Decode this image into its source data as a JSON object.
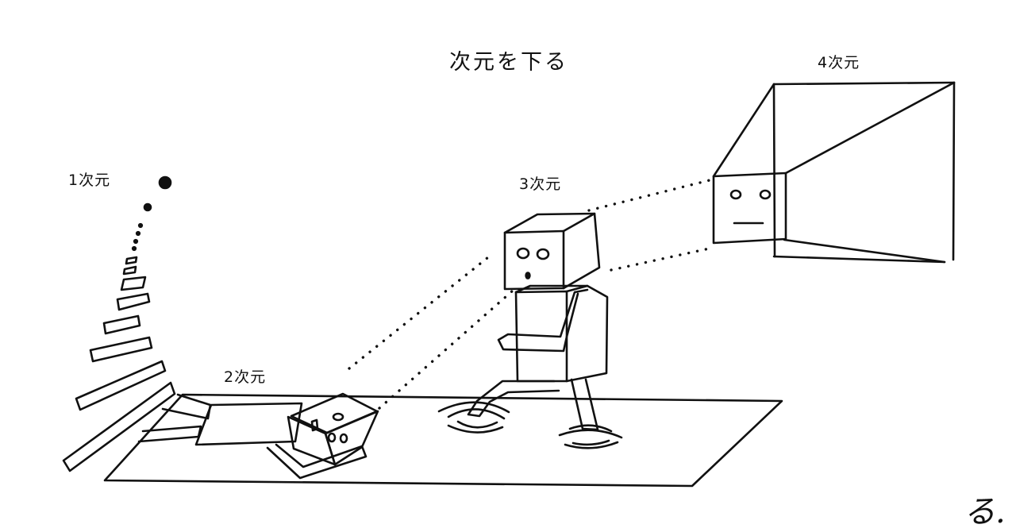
{
  "title": "次元を下る",
  "labels": {
    "dim1": "1次元",
    "dim2": "2次元",
    "dim3": "3次元",
    "dim4": "4次元"
  },
  "signature": "る.",
  "colors": {
    "ink": "#111111",
    "paper": "#ffffff"
  }
}
